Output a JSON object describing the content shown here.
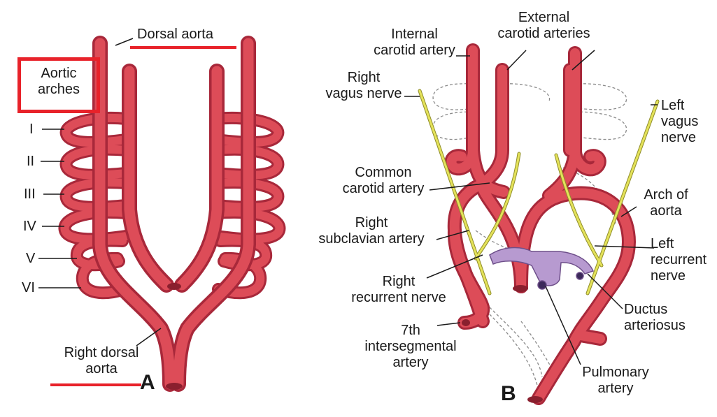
{
  "panel_a": {
    "letter": "A",
    "title_label": "Dorsal aorta",
    "boxed_label": "Aortic\narches",
    "arch_numerals": [
      "I",
      "II",
      "III",
      "IV",
      "V",
      "VI"
    ],
    "bottom_label": "Right dorsal\naorta"
  },
  "panel_b": {
    "letter": "B",
    "labels": {
      "internal_carotid": "Internal\ncarotid artery",
      "external_carotid": "External\ncarotid arteries",
      "right_vagus": "Right\nvagus nerve",
      "left_vagus": "Left\nvagus\nnerve",
      "common_carotid": "Common\ncarotid artery",
      "arch_of_aorta": "Arch of\naorta",
      "right_subclavian": "Right\nsubclavian artery",
      "left_recurrent": "Left\nrecurrent\nnerve",
      "right_recurrent": "Right\nrecurrent nerve",
      "ductus": "Ductus\narteriosus",
      "seventh_intersegmental": "7th\nintersegmental\nartery",
      "pulmonary": "Pulmonary\nartery"
    }
  },
  "colors": {
    "artery": "#d9424f",
    "artery_dark": "#a8283a",
    "nerve": "#e4e25a",
    "pulmonary_trunk": "#b79ad0",
    "highlight": "#e8222a",
    "dashed": "#8a8a8a"
  }
}
